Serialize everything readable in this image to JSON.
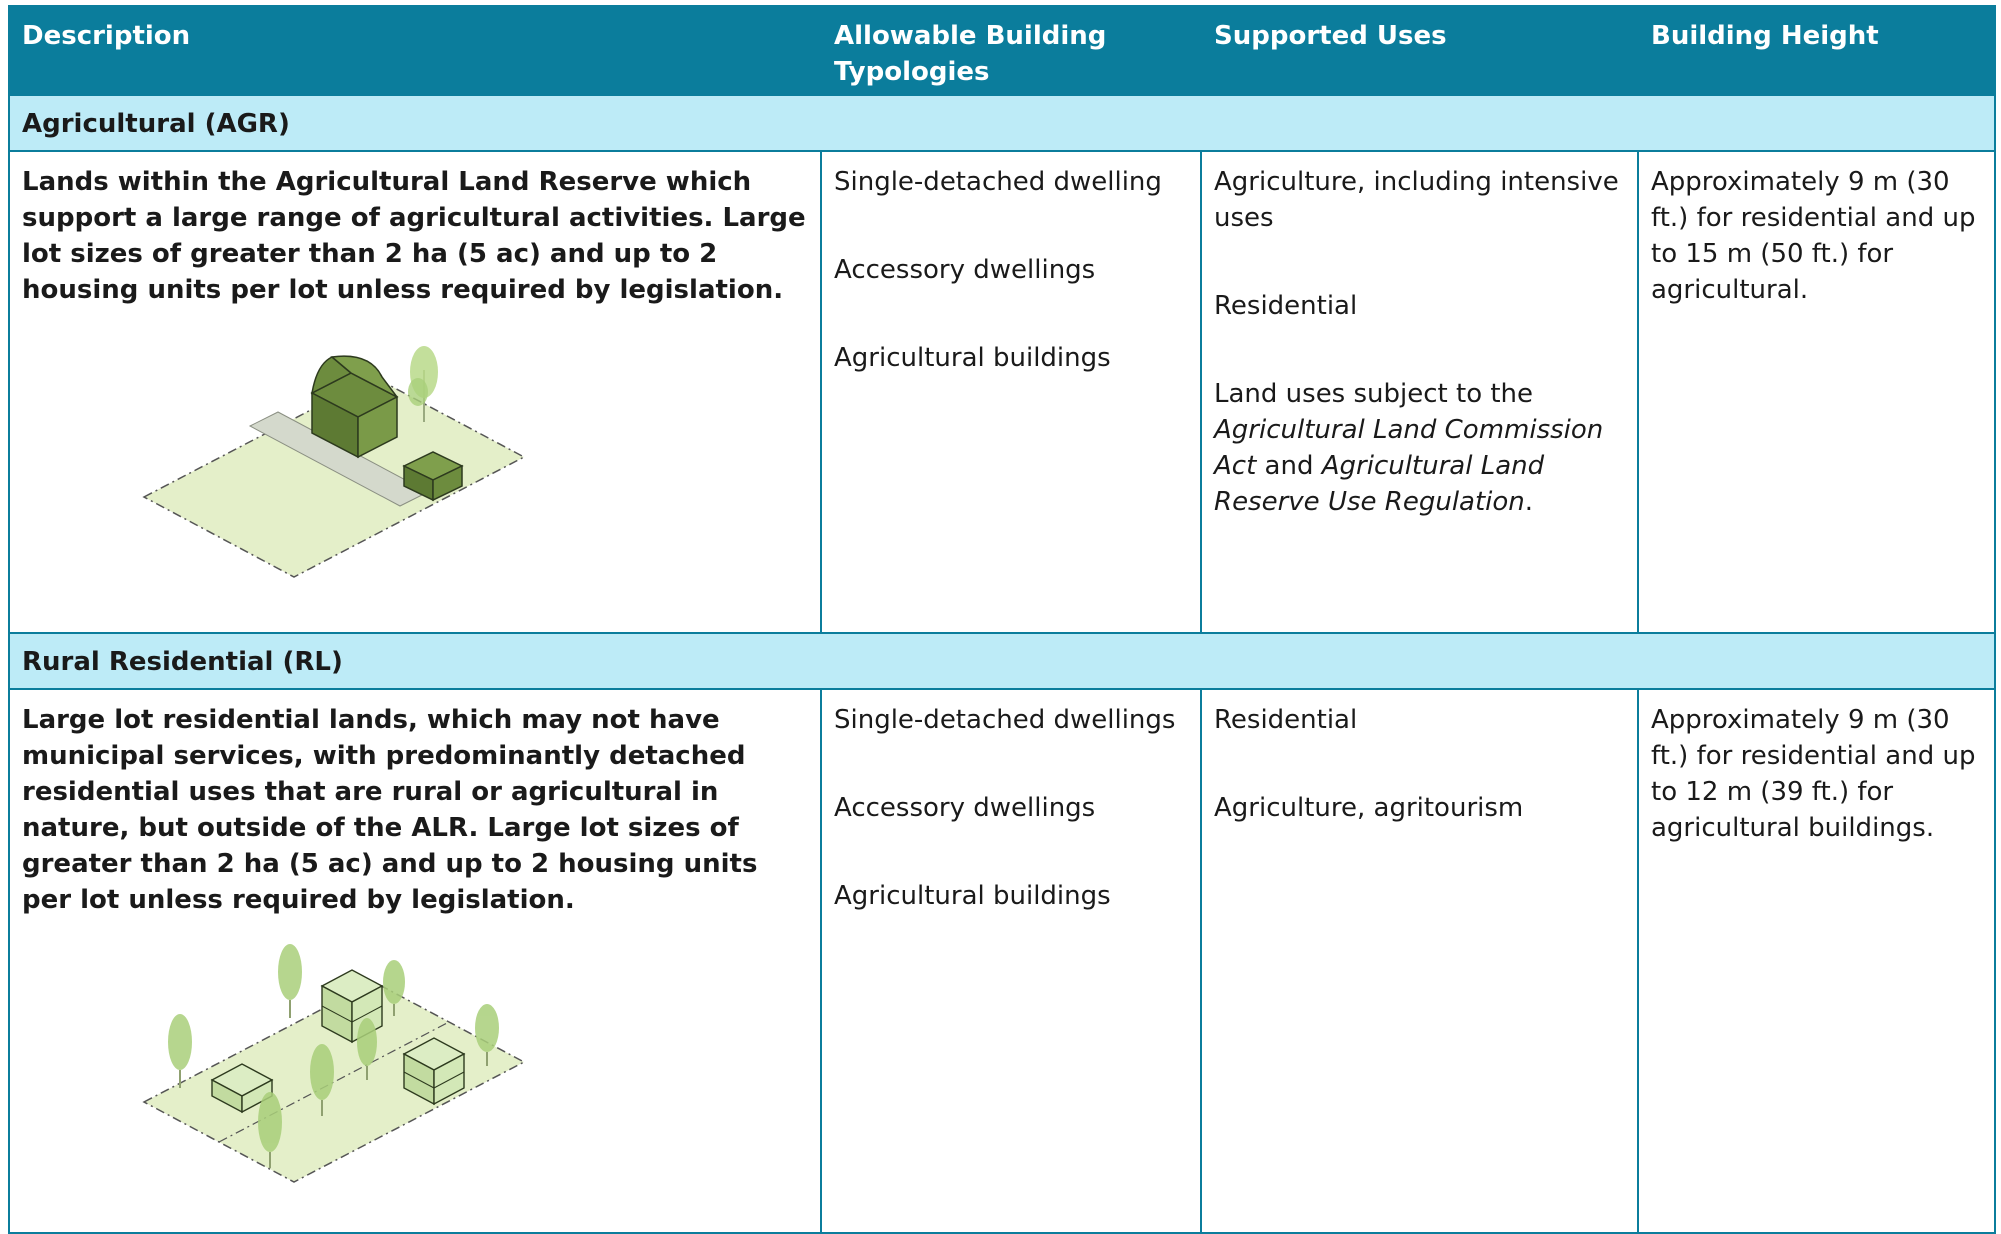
{
  "headers": {
    "description": "Description",
    "typologies": "Allowable Building Typologies",
    "uses": "Supported Uses",
    "height": "Building Height"
  },
  "sections": [
    {
      "title": "Agricultural (AGR)",
      "description": "Lands within the Agricultural Land Reserve which support a large range of agricultural activities. Large lot sizes of greater than 2 ha (5 ac) and up to 2 housing units per lot unless required by legislation.",
      "typologies": [
        "Single-detached dwelling",
        "Accessory dwellings",
        "Agricultural buildings"
      ],
      "uses": {
        "item1": "Agriculture, including intensive uses",
        "item2": "Residential",
        "item3_pre": "Land uses subject to the ",
        "item3_act1": "Agricultural Land Commission Act",
        "item3_and": " and ",
        "item3_act2": "Agricultural Land Reserve Use Regulation",
        "item3_end": "."
      },
      "height": "Approximately 9 m (30 ft.) for residential and up to 15 m (50 ft.) for agricultural.",
      "colors": {
        "lot": "#e4efc9",
        "building": "#6d8c3e",
        "road": "#d4d9cc"
      }
    },
    {
      "title": "Rural Residential (RL)",
      "description": "Large lot residential lands, which may not have municipal services, with predominantly detached residential uses that are rural or agricultural in nature, but outside of the ALR. Large lot sizes of greater than 2 ha (5 ac) and up to 2 housing units per lot unless required by legislation.",
      "typologies": [
        "Single-detached dwellings",
        "Accessory dwellings",
        "Agricultural buildings"
      ],
      "uses": [
        "Residential",
        "Agriculture, agritourism"
      ],
      "height": "Approximately 9 m (30 ft.) for residential and up to 12 m (39 ft.) for agricultural buildings.",
      "colors": {
        "lot": "#e4efc9",
        "building": "#cfe6b0",
        "tree": "#a9cf7a"
      }
    }
  ],
  "theme": {
    "header_bg": "#0b7d9c",
    "section_bg": "#bdebf7",
    "border": "#0b7d9c"
  }
}
